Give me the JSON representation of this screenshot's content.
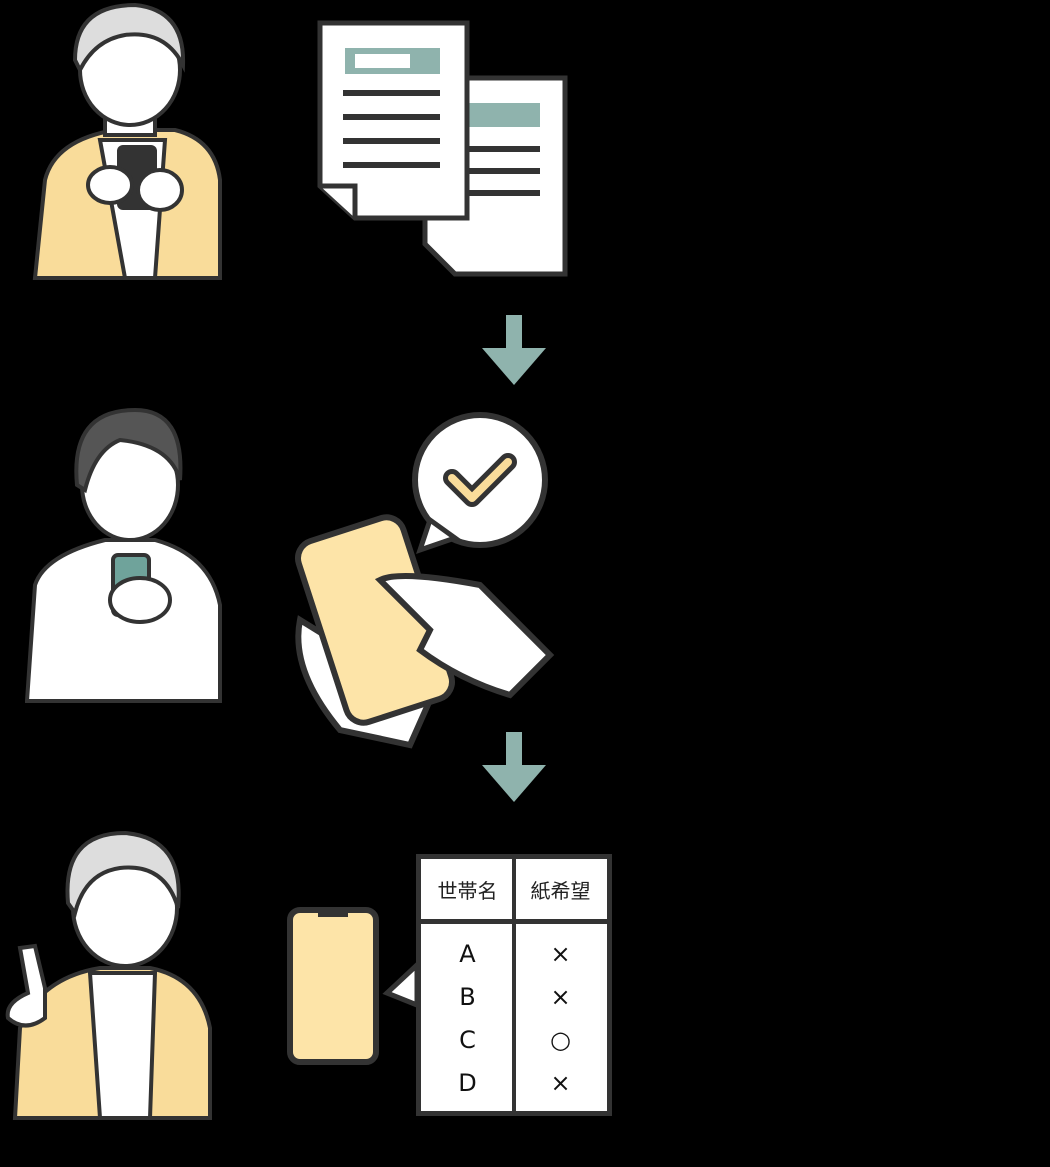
{
  "table": {
    "headers": [
      "世帯名",
      "紙希望"
    ],
    "rows": [
      {
        "household": "A",
        "paper": "×"
      },
      {
        "household": "B",
        "paper": "×"
      },
      {
        "household": "C",
        "paper": "○"
      },
      {
        "household": "D",
        "paper": "×"
      }
    ]
  },
  "colors": {
    "background": "#000000",
    "accent_teal": "#8fb3ad",
    "phone_yellow": "#fde4a8",
    "jacket_yellow": "#f9dc9a",
    "outline": "#333333"
  }
}
